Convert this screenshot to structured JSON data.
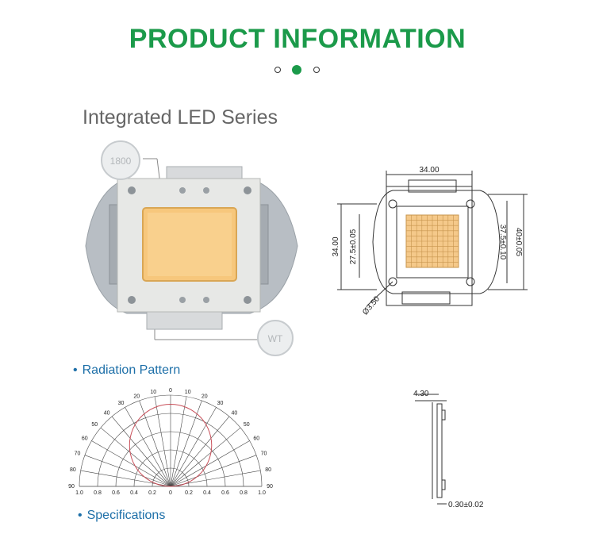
{
  "header": {
    "title": "PRODUCT INFORMATION",
    "accent": "#1b9a4a",
    "carousel_active": 2,
    "carousel_count": 3
  },
  "product": {
    "series": "Integrated LED Series",
    "callouts": [
      "1800",
      "WT"
    ]
  },
  "dimensions_top": {
    "width": "34.00",
    "height_outer_left": "34.00",
    "height_inner_left": "27.5±0.05",
    "height_outer_right": "40±0.05",
    "height_inner_right": "37.5±0.10",
    "hole": "Ø3.50"
  },
  "radiation": {
    "label": "Radiation Pattern",
    "angles_left": [
      "90",
      "80",
      "70",
      "60",
      "50",
      "40",
      "30",
      "20",
      "10"
    ],
    "angles_right": [
      "0",
      "10",
      "20",
      "30",
      "40",
      "50",
      "60",
      "70",
      "80",
      "90"
    ],
    "radial_ticks": [
      "1.0",
      "0.8",
      "0.6",
      "0.4",
      "0.2",
      "0",
      "0.2",
      "0.4",
      "0.6",
      "0.8",
      "1.0"
    ]
  },
  "side_view": {
    "thickness": "4.30",
    "plate": "0.30±0.02"
  },
  "specifications": {
    "label": "Specifications"
  }
}
